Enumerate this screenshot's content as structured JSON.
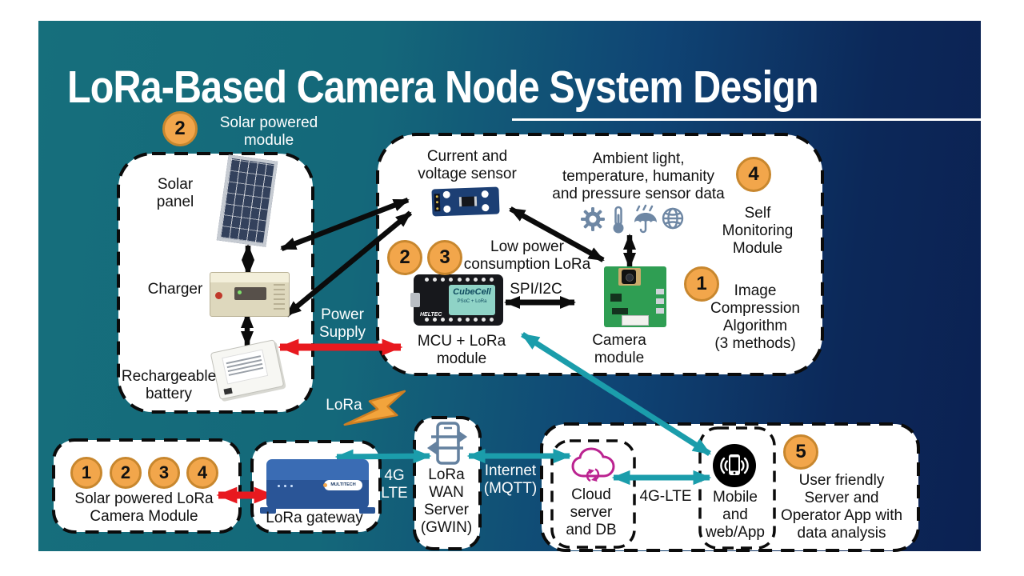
{
  "slide": {
    "title": "LoRa-Based Camera Node System Design"
  },
  "colors": {
    "teal_background": "#166f7c",
    "navy_background": "#0b2152",
    "arrow_black": "#0b0b0b",
    "arrow_red": "#e8191f",
    "arrow_teal": "#1b9dab",
    "badge_fill": "#f2a64b",
    "badge_border": "#c8872e",
    "cloud_magenta": "#bb2390",
    "icon_slate": "#6e87a4"
  },
  "badges": {
    "solar_module": "2",
    "mcu_a": "2",
    "mcu_b": "3",
    "self_monitoring": "4",
    "image_compression": "1",
    "user_app": "5",
    "camera_node": [
      "1",
      "2",
      "3",
      "4"
    ]
  },
  "labels": {
    "solar_powered_module": "Solar powered\nmodule",
    "solar_panel": "Solar\npanel",
    "charger": "Charger",
    "rechargeable_battery": "Rechargeable\nbattery",
    "power_supply": "Power\nSupply",
    "lora": "LoRa",
    "current_voltage_sensor": "Current and\nvoltage sensor",
    "ambient_sensors": "Ambient light,\ntemperature, humanity\nand pressure sensor data",
    "self_monitoring": "Self\nMonitoring\nModule",
    "low_power": "Low power\nconsumption LoRa",
    "spi_i2c": "SPI/I2C",
    "mcu_lora": "MCU + LoRa\nmodule",
    "camera_module": "Camera\nmodule",
    "image_compression": "Image\nCompression\nAlgorithm\n(3 methods)",
    "solar_powered_lora": "Solar powered LoRa\nCamera Module",
    "lora_gateway": "LoRa gateway",
    "four_g_lte": "4G\nLTE",
    "lora_wan_server": "LoRa\nWAN\nServer\n(GWIN)",
    "internet_mqtt": "Internet\n(MQTT)",
    "cloud_server": "Cloud\nserver\nand DB",
    "four_g_lte_2": "4G-LTE",
    "mobile_web": "Mobile\nand\nweb/App",
    "user_friendly": "User friendly\nServer and\nOperator App with\ndata analysis"
  },
  "devices": {
    "mcu_sticker": "CubeCell",
    "mcu_sub": "PSoC + LoRa",
    "mcu_brand": "HELTEC",
    "gateway_brand": "MULTITECH"
  }
}
